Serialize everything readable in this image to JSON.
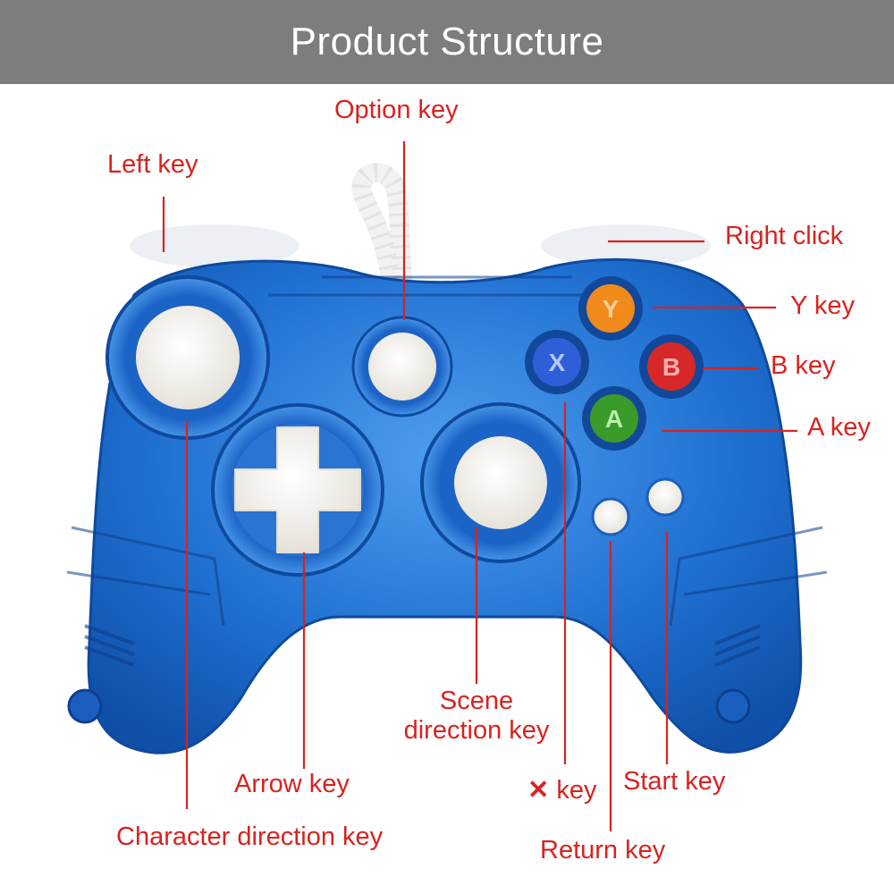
{
  "banner": {
    "title": "Product Structure"
  },
  "colors": {
    "banner_bg": "#7d7d7d",
    "label": "#d8231f",
    "body": "#1f6fd0",
    "y_button": "#f08a1a",
    "b_button": "#d62828",
    "a_button": "#3a9a2a",
    "x_button": "#2f5fd8"
  },
  "labels": {
    "option_key": "Option key",
    "left_key": "Left key",
    "right_click": "Right click",
    "y_key": "Y key",
    "b_key": "B key",
    "a_key": "A key",
    "scene_line1": "Scene",
    "scene_line2": "direction key",
    "arrow_key": "Arrow key",
    "x_mark": "✕",
    "x_key": "key",
    "start_key": "Start key",
    "character_direction_key": "Character direction key",
    "return_key": "Return key"
  },
  "buttons": {
    "y": "Y",
    "b": "B",
    "a": "A",
    "x": "X"
  }
}
